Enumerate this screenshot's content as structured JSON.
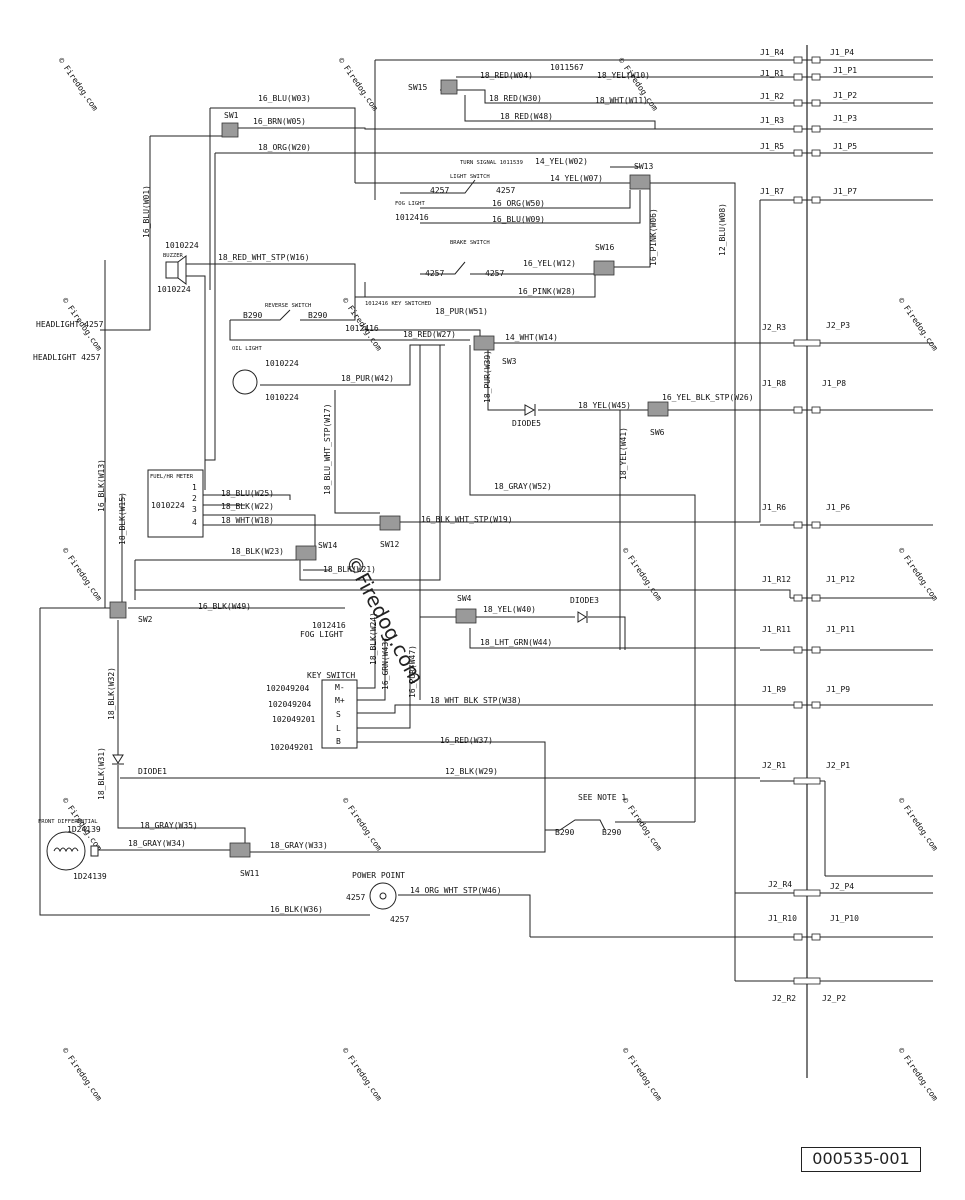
{
  "watermarks": [
    "© Firedog.com",
    "©Firedog.com"
  ],
  "doc_number": "000535-001",
  "connector_labels": {
    "J1_R4": "J1_R4",
    "J1_P4": "J1_P4",
    "J1_R1": "J1_R1",
    "J1_P1": "J1_P1",
    "J1_R2": "J1_R2",
    "J1_P2": "J1_P2",
    "J1_R3": "J1_R3",
    "J1_P3": "J1_P3",
    "J1_R5": "J1_R5",
    "J1_P5": "J1_P5",
    "J1_R7": "J1_R7",
    "J1_P7": "J1_P7",
    "J2_R3": "J2_R3",
    "J2_P3": "J2_P3",
    "J1_R8": "J1_R8",
    "J1_P8": "J1_P8",
    "J1_R6": "J1_R6",
    "J1_P6": "J1_P6",
    "J1_R12": "J1_R12",
    "J1_P12": "J1_P12",
    "J1_R11": "J1_R11",
    "J1_P11": "J1_P11",
    "J1_R9": "J1_R9",
    "J1_P9": "J1_P9",
    "J2_R1": "J2_R1",
    "J2_P1": "J2_P1",
    "J2_R4": "J2_R4",
    "J2_P4": "J2_P4",
    "J1_R10": "J1_R10",
    "J1_P10": "J1_P10",
    "J2_R2": "J2_R2",
    "J2_P2": "J2_P2"
  },
  "switches": {
    "SW15": "SW15",
    "SW1": "SW1",
    "SW13": "SW13",
    "SW16": "SW16",
    "SW3": "SW3",
    "SW6": "SW6",
    "SW12": "SW12",
    "SW14": "SW14",
    "SW2": "SW2",
    "SW4": "SW4",
    "SW11": "SW11"
  },
  "wires": {
    "w04": "18_RED(W04)",
    "w10": "18_YEL(W10)",
    "w30": "18_RED(W30)",
    "w11": "18_WHT(W11)",
    "w48": "18_RED(W48)",
    "w03": "16_BLU(W03)",
    "w05": "16_BRN(W05)",
    "w20": "18_ORG(W20)",
    "w01": "16_BLU(W01)",
    "w02": "14_YEL(W02)",
    "w07": "14_YEL(W07)",
    "w50": "16_ORG(W50)",
    "w09": "16_BLU(W09)",
    "w06": "16_PINK(W06)",
    "w08": "12_BLU(W08)",
    "w16": "18_RED_WHT_STP(W16)",
    "w12": "16_YEL(W12)",
    "w28": "16_PINK(W28)",
    "w51": "18_PUR(W51)",
    "w27": "18_RED(W27)",
    "w14": "14_WHT(W14)",
    "w42": "18_PUR(W42)",
    "w39": "18_PUR(W39)",
    "w45": "18_YEL(W45)",
    "w26": "16_YEL_BLK_STP(W26)",
    "w17": "18_BLU_WHT_STP(W17)",
    "w41": "18_YEL(W41)",
    "w13": "16_BLK(W13)",
    "w15": "18_BLK(W15)",
    "w52": "18_GRAY(W52)",
    "w25": "18_BLU(W25)",
    "w22": "18_BLK(W22)",
    "w18": "18_WHT(W18)",
    "w19": "16_BLK_WHT_STP(W19)",
    "w23": "18_BLK(W23)",
    "w21": "18_BLK(W21)",
    "w49": "16_BLK(W49)",
    "w40": "18_YEL(W40)",
    "w44": "18_LHT_GRN(W44)",
    "w24": "18_BLK(W24)",
    "w43": "16_GRN(W43)",
    "w47": "16_PUR(W47)",
    "w38": "18_WHT_BLK_STP(W38)",
    "w32": "18_BLK(W32)",
    "w37": "16_RED(W37)",
    "w29": "12_BLK(W29)",
    "w31": "18_BLK(W31)",
    "w35": "18_GRAY(W35)",
    "w34": "18_GRAY(W34)",
    "w33": "18_GRAY(W33)",
    "w46": "14_ORG_WHT_STP(W46)",
    "w36": "16_BLK(W36)"
  },
  "parts": {
    "p1011567": "1011567",
    "headlight1": "HEADLIGHT 4257",
    "headlight2": "HEADLIGHT 4257",
    "buzzer_num": "1010224",
    "buzzer": "BUZZER",
    "buzzer_num2": "1010224",
    "turn_signal": "TURN SIGNAL 1011539",
    "light_switch": "LIGHT SWITCH",
    "n4257a": "4257",
    "n4257b": "4257",
    "fog_light": "FOG LIGHT",
    "p1012416a": "1012416",
    "brake_switch": "BRAKE SWITCH",
    "n4257c": "4257",
    "n4257d": "4257",
    "reverse_switch": "REVERSE SWITCH",
    "b290a": "B290",
    "b290b": "B290",
    "key_switched": "1012416 KEY SWITCHED",
    "p1012416b": "1012416",
    "oil_light": "OIL LIGHT",
    "oil_num1": "1010224",
    "oil_num2": "1010224",
    "diode5": "DIODE5",
    "diode3": "DIODE3",
    "fuel_meter": "FUEL/HR METER",
    "fuel_num": "1010224",
    "pin1": "1",
    "pin2": "2",
    "pin3": "3",
    "pin4": "4",
    "fog2_num": "1012416",
    "fog2": "FOG LIGHT",
    "key_switch": "KEY SWITCH",
    "k1": "102049204",
    "k2": "102049204",
    "k3": "102049201",
    "k4": "102049201",
    "km1": "M-",
    "km2": "M+",
    "ks": "S",
    "kl": "L",
    "kb": "B",
    "diode1": "DIODE1",
    "see_note": "SEE NOTE 1",
    "b290c": "B290",
    "b290d": "B290",
    "front_diff": "FRONT DIFFERENTIAL",
    "fd_num1": "1D24139",
    "fd_num2": "1D24139",
    "power_point": "POWER POINT",
    "pp1": "4257",
    "pp2": "4257"
  }
}
